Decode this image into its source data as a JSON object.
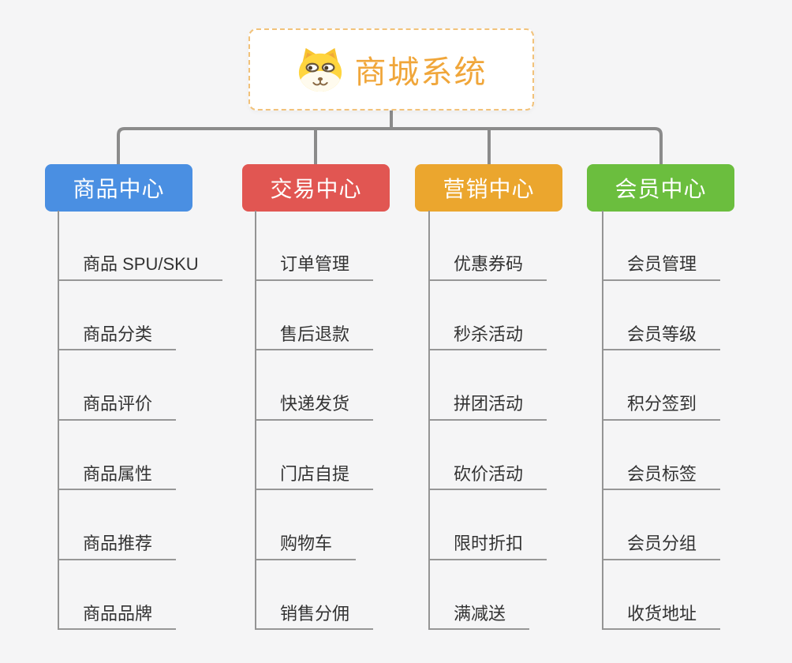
{
  "diagram": {
    "type": "mindmap",
    "background_color": "#F5F5F6",
    "connector_color": "#8B8B8B",
    "underline_color": "#979797",
    "root": {
      "title": "商城系统",
      "icon": "dog-face-icon",
      "title_color": "#F0A63A",
      "border_color": "#F2C27A"
    },
    "branches": [
      {
        "label": "商品中心",
        "color": "#4A8FE2",
        "items": [
          "商品 SPU/SKU",
          "商品分类",
          "商品评价",
          "商品属性",
          "商品推荐",
          "商品品牌"
        ]
      },
      {
        "label": "交易中心",
        "color": "#E15652",
        "items": [
          "订单管理",
          "售后退款",
          "快递发货",
          "门店自提",
          "购物车",
          "销售分佣"
        ]
      },
      {
        "label": "营销中心",
        "color": "#EBA62E",
        "items": [
          "优惠券码",
          "秒杀活动",
          "拼团活动",
          "砍价活动",
          "限时折扣",
          "满减送"
        ]
      },
      {
        "label": "会员中心",
        "color": "#6BBE3E",
        "items": [
          "会员管理",
          "会员等级",
          "积分签到",
          "会员标签",
          "会员分组",
          "收货地址"
        ]
      }
    ]
  }
}
